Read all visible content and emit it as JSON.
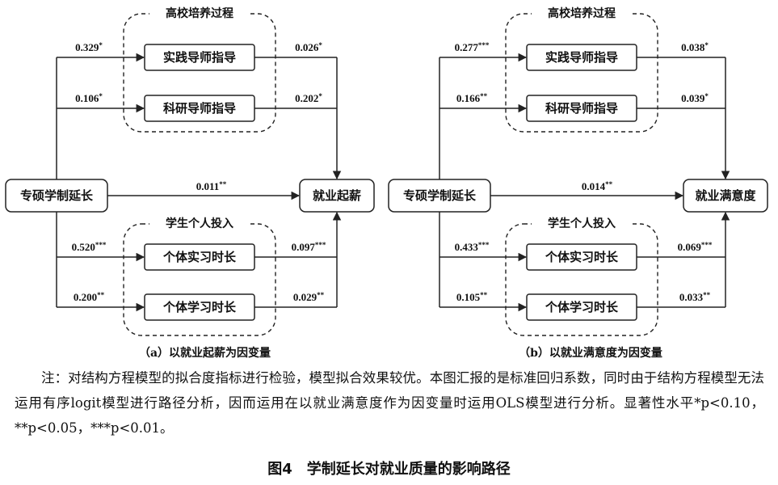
{
  "panels": [
    {
      "caption": "（a）以就业起薪为因变量",
      "source": "专硕学制延长",
      "outcome": "就业起薪",
      "group_top": {
        "title": "高校培养过程",
        "items": [
          "实践导师指导",
          "科研导师指导"
        ]
      },
      "group_bottom": {
        "title": "学生个人投入",
        "items": [
          "个体实习时长",
          "个体学习时长"
        ]
      },
      "paths_in": [
        {
          "value": "0.329",
          "sig": "*"
        },
        {
          "value": "0.106",
          "sig": "*"
        },
        {
          "value": "0.520",
          "sig": "***"
        },
        {
          "value": "0.200",
          "sig": "**"
        }
      ],
      "paths_out": [
        {
          "value": "0.026",
          "sig": "*"
        },
        {
          "value": "0.202",
          "sig": "*"
        },
        {
          "value": "0.097",
          "sig": "***"
        },
        {
          "value": "0.029",
          "sig": "**"
        }
      ],
      "direct": {
        "value": "0.011",
        "sig": "**"
      }
    },
    {
      "caption": "（b）以就业满意度为因变量",
      "source": "专硕学制延长",
      "outcome": "就业满意度",
      "group_top": {
        "title": "高校培养过程",
        "items": [
          "实践导师指导",
          "科研导师指导"
        ]
      },
      "group_bottom": {
        "title": "学生个人投入",
        "items": [
          "个体实习时长",
          "个体学习时长"
        ]
      },
      "paths_in": [
        {
          "value": "0.277",
          "sig": "***"
        },
        {
          "value": "0.166",
          "sig": "**"
        },
        {
          "value": "0.433",
          "sig": "***"
        },
        {
          "value": "0.105",
          "sig": "**"
        }
      ],
      "paths_out": [
        {
          "value": "0.038",
          "sig": "*"
        },
        {
          "value": "0.039",
          "sig": "*"
        },
        {
          "value": "0.069",
          "sig": "***"
        },
        {
          "value": "0.033",
          "sig": "**"
        }
      ],
      "direct": {
        "value": "0.014",
        "sig": "**"
      }
    }
  ],
  "note": "注：对结构方程模型的拟合度指标进行检验，模型拟合效果较优。本图汇报的是标准回归系数，同时由于结构方程模型无法运用有序logit模型进行路径分析，因而运用在以就业满意度作为因变量时运用OLS模型进行分析。显著性水平*p<0.10，**p<0.05，***p<0.01。",
  "figure_title": "图4　学制延长对就业质量的影响路径"
}
